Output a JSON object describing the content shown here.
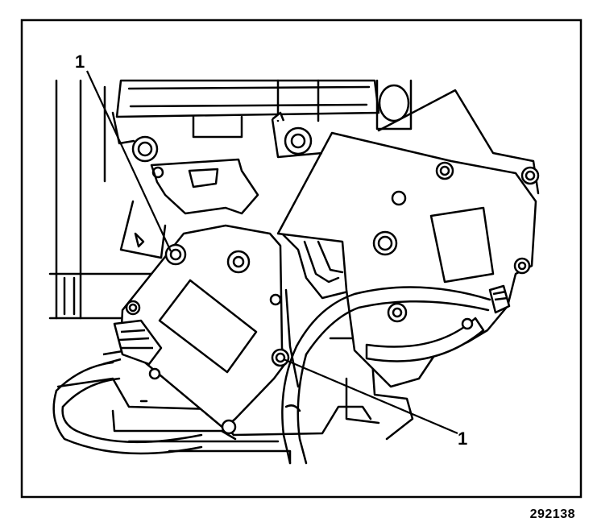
{
  "diagram": {
    "callouts": [
      {
        "id": "callout-top-left",
        "label": "1"
      },
      {
        "id": "callout-bottom-right",
        "label": "1"
      }
    ],
    "figure_number": "292138"
  }
}
